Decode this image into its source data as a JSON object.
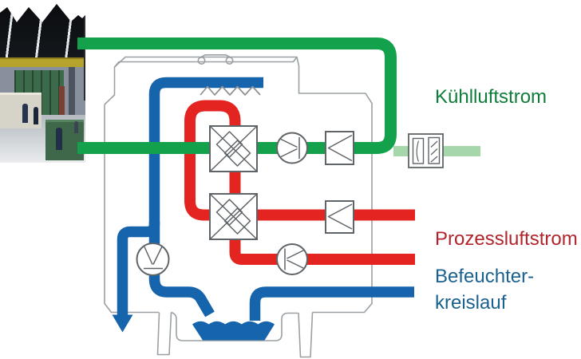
{
  "page": {
    "background": "#ffffff"
  },
  "photo": {
    "icon": "factory-hall-photo-icon"
  },
  "labels": {
    "cooling": "Kühlluftstrom",
    "process": "Prozessluftstrom",
    "humidifier_line1": "Befeuchter-",
    "humidifier_line2": "kreislauf"
  },
  "colors": {
    "pipe-green": "#13a24b",
    "pipe-green-pale": "#a6d7ab",
    "pipe-red": "#e32420",
    "pipe-blue": "#1564ac",
    "label-green": "#0f7d3a",
    "label-red": "#b2242c",
    "label-blue": "#19618f",
    "outline-gray": "#9aa0a3",
    "symbol-gray": "#5f6468"
  },
  "diagram": {
    "type": "airflow-schematic",
    "flows": [
      {
        "name": "cooling-air",
        "label": "Kühlluftstrom",
        "color_key": "pipe-green"
      },
      {
        "name": "process-air",
        "label": "Prozessluftstrom",
        "color_key": "pipe-red"
      },
      {
        "name": "humidifier-circuit",
        "label": "Befeuchter-kreislauf",
        "color_key": "pipe-blue"
      }
    ],
    "symbols": [
      {
        "icon": "heat-exchanger-icon",
        "count": 2
      },
      {
        "icon": "fan-icon",
        "count": 2
      },
      {
        "icon": "pump-icon",
        "count": 1
      },
      {
        "icon": "filter-icon",
        "count": 2
      },
      {
        "icon": "air-outlet-grille-icon",
        "count": 1
      },
      {
        "icon": "spray-nozzles-icon",
        "count": 1
      },
      {
        "icon": "water-basin-icon",
        "count": 1
      },
      {
        "icon": "drain-arrow-icon",
        "count": 1
      }
    ]
  }
}
